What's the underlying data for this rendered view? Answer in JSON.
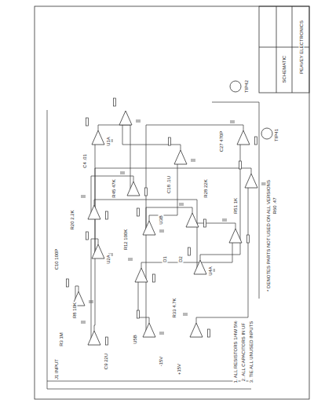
{
  "diagram": {
    "labels": [
      "R8 10K",
      "U2A",
      "R45 47K",
      "C4 .01",
      "R12 100K",
      "U3B",
      "C18 .1U",
      "R28 22K",
      "U4A",
      "R51 1K",
      "TIP41",
      "TIP42",
      "R60 .47",
      "C27 470P",
      "R33 4.7K",
      "U5B",
      "C9 22U",
      "R3 1M",
      "-15V",
      "+15V",
      "1. ALL RESISTORS 1/4W 5%",
      "2. ALL CAPACITORS IN UF",
      "3. TIE ALL UNUSED INPUTS",
      "PEAVEY ELECTRONICS",
      "SCHEMATIC",
      "* DENOTES PARTS NOT USED ON ALL VERSIONS",
      "J1 INPUT",
      "C10 100P",
      "U1A",
      "R20 2.2K",
      "D1",
      "D2"
    ]
  }
}
